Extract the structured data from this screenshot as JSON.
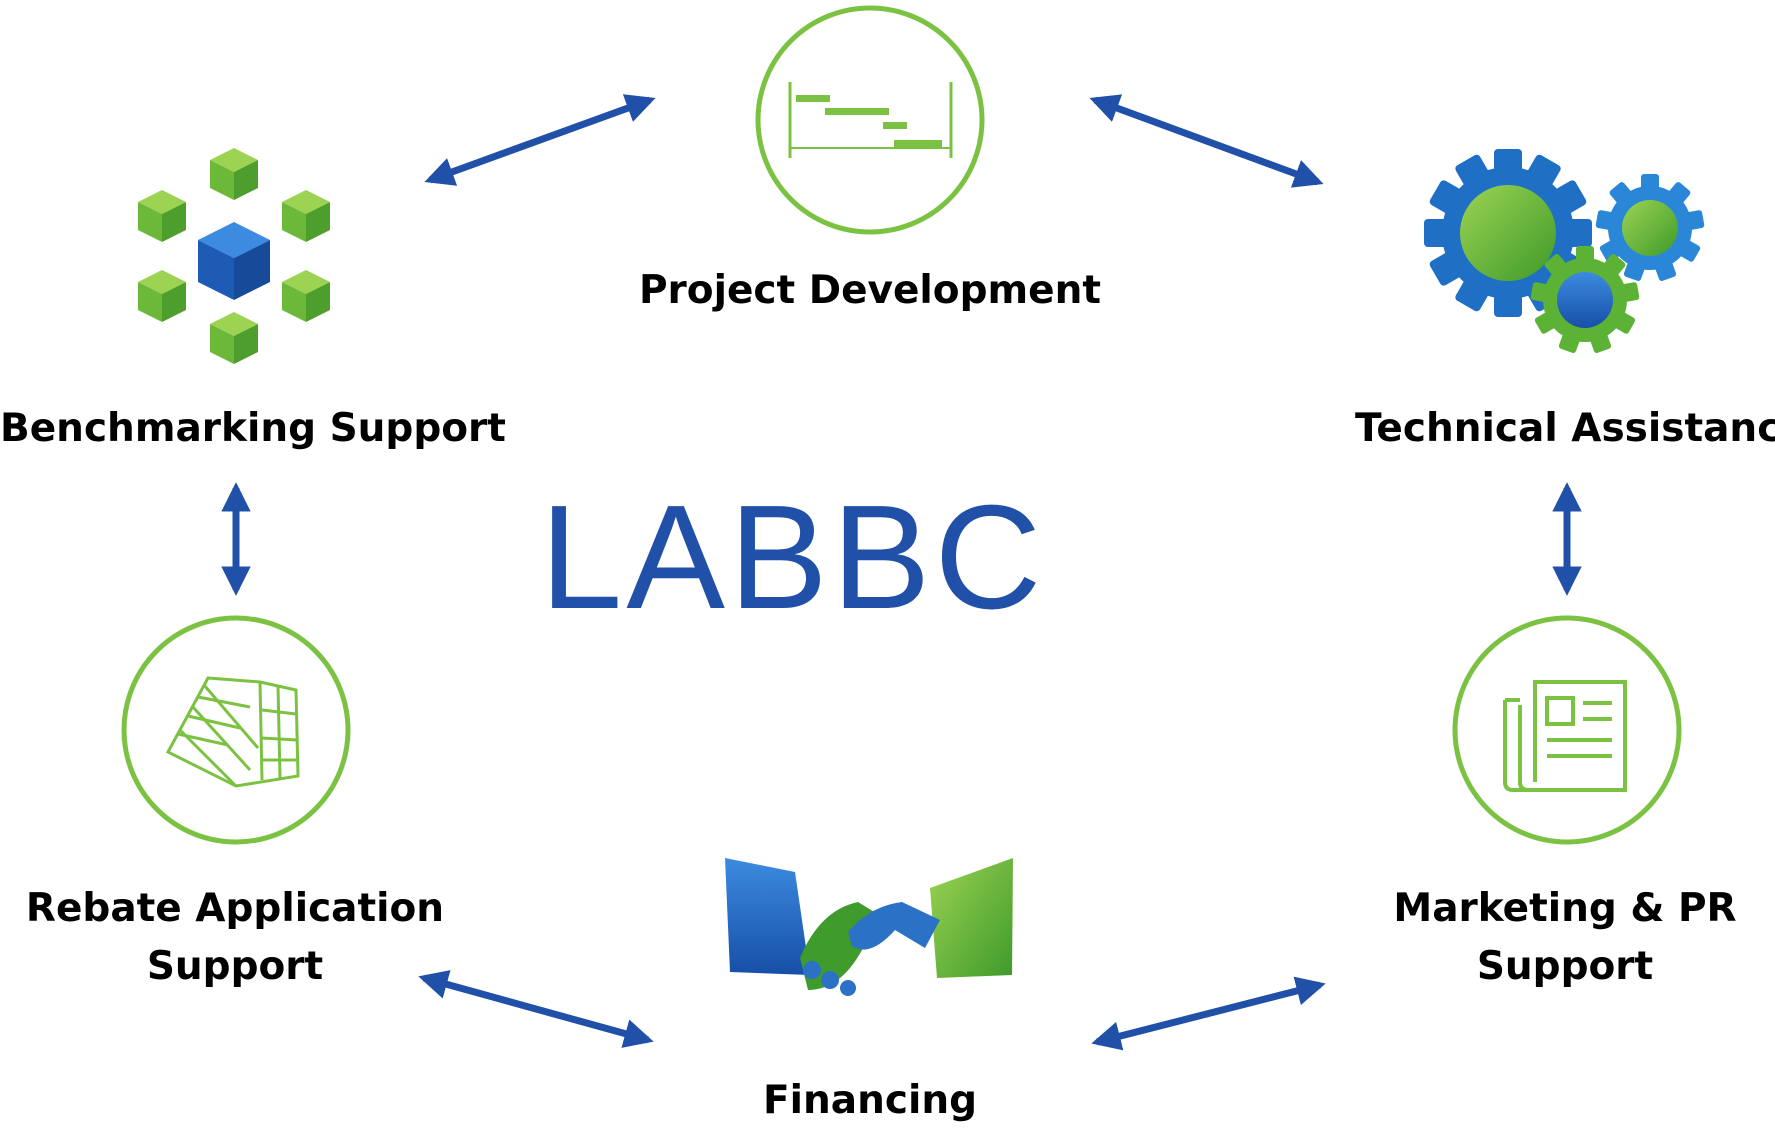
{
  "center": {
    "title": "LABBC"
  },
  "nodes": {
    "project_development": {
      "label": "Project Development"
    },
    "technical_assistance": {
      "label": "Technical Assistance"
    },
    "marketing_pr": {
      "line1": "Marketing & PR",
      "line2": "Support"
    },
    "financing": {
      "label": "Financing"
    },
    "rebate_application": {
      "line1": "Rebate Application",
      "line2": "Support"
    },
    "benchmarking_support": {
      "label": "Benchmarking Support"
    }
  },
  "colors": {
    "arrow": "#2050A8",
    "circle_green": "#7CC242",
    "title_blue": "#2150A8",
    "label_text": "#000000",
    "cube_green": "#6CB93A",
    "cube_blue": "#1E5BB5",
    "gear_blue": "#1F6FC5",
    "gear_green": "#5CB234"
  },
  "icons": {
    "project_development": "gantt-chart-icon",
    "technical_assistance": "gears-icon",
    "marketing_pr": "newspaper-icon",
    "financing": "handshake-icon",
    "rebate_application": "data-grid-cube-icon",
    "benchmarking_support": "cube-network-icon"
  }
}
